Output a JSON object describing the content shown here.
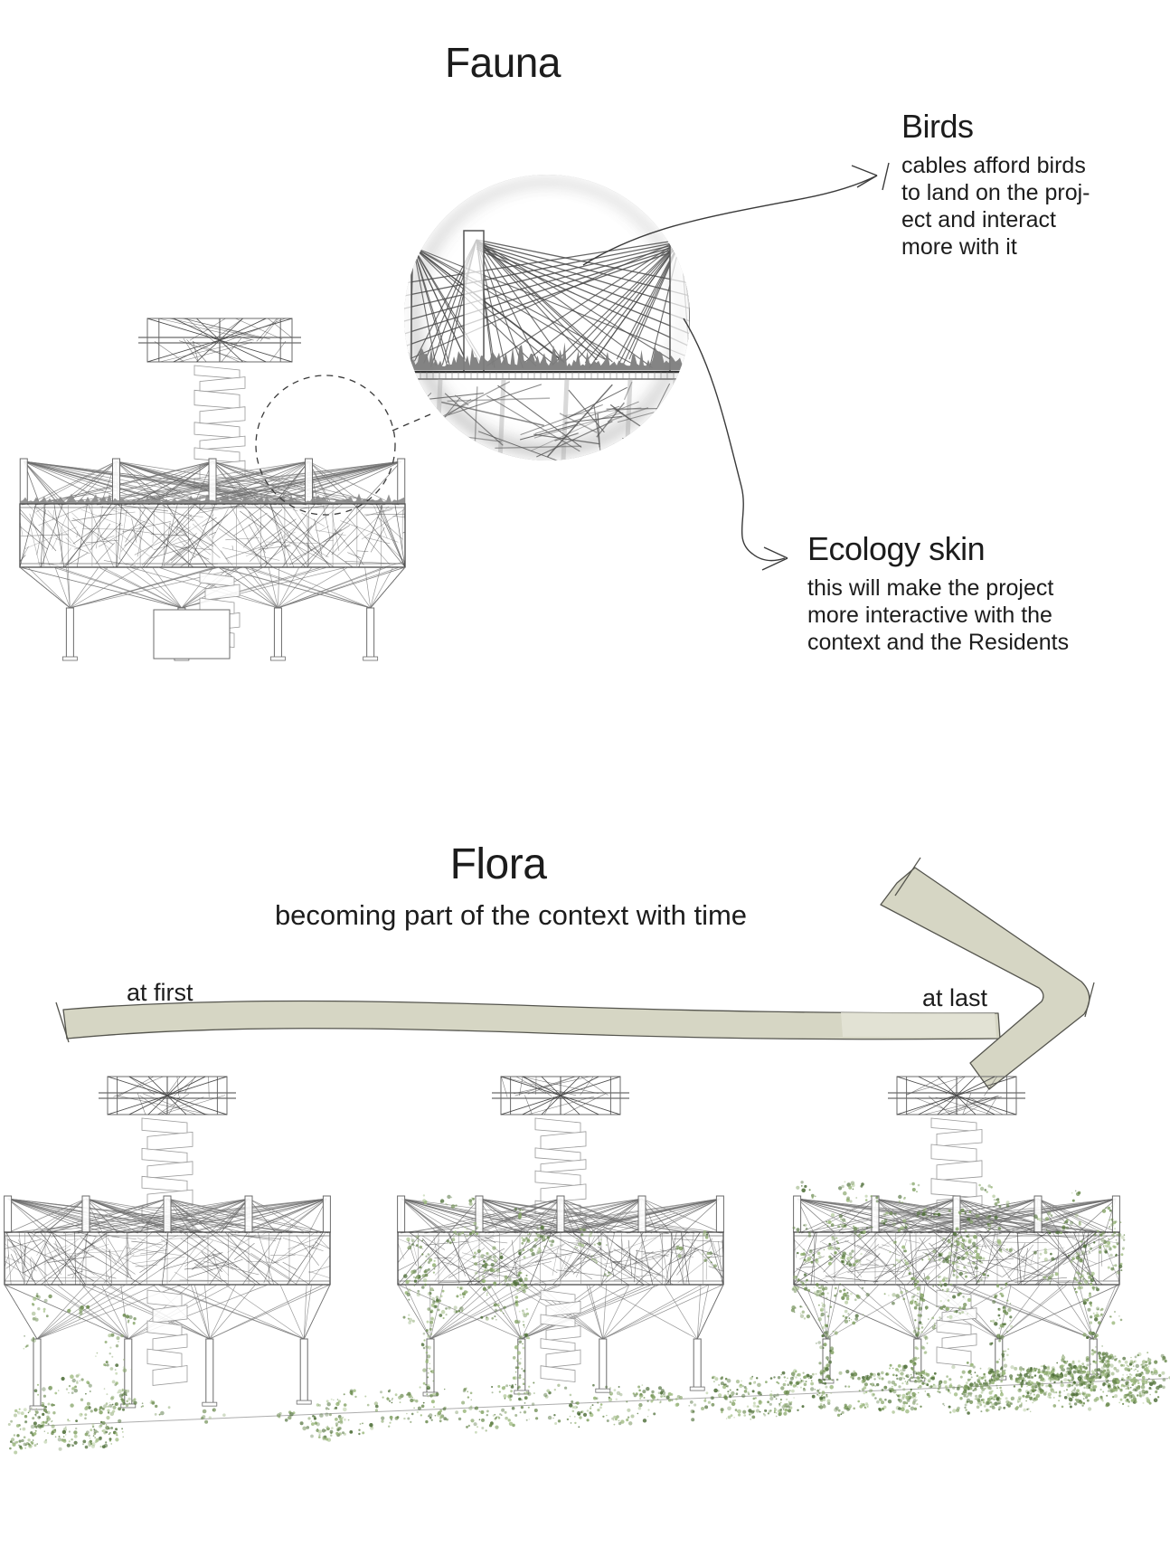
{
  "fauna": {
    "title": "Fauna",
    "birds": {
      "heading": "Birds",
      "body": "cables afford birds\nto land on the proj-\nect and interact\nmore with it"
    },
    "ecology": {
      "heading": "Ecology skin",
      "body": "this will make the project\nmore interactive with the\ncontext and the Residents"
    }
  },
  "flora": {
    "title": "Flora",
    "subtitle": "becoming part of the context with time",
    "at_first": "at first",
    "at_last": "at last"
  },
  "colors": {
    "text": "#1c1c1c",
    "line": "#6b6b6b",
    "line_dark": "#4a4a4a",
    "ribbon_fill": "#d6d6c4",
    "ribbon_highlight": "#e6e6da",
    "ribbon_stroke": "#55554e",
    "vegetation_palette": [
      "#4e6e38",
      "#6b8a4f",
      "#86a468",
      "#9cb97e"
    ]
  }
}
